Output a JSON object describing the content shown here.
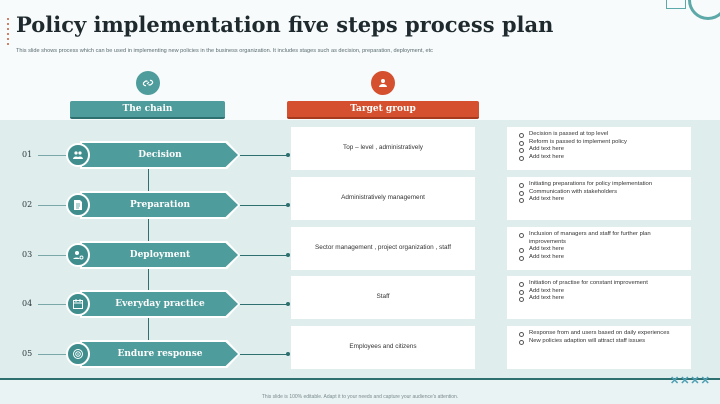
{
  "title": "Policy implementation five steps process plan",
  "subtitle": "This slide shows process which can be used in implementing new policies in the business organization. It includes stages such as decision, preparation, deployment, etc",
  "headers": {
    "chain": "The chain",
    "target": "Target group"
  },
  "steps": [
    {
      "num": "01",
      "label": "Decision",
      "icon": "people-icon",
      "target": "Top – level , administratively",
      "details": [
        "Decision is passed at top level",
        "Reform is passed to implement policy",
        "Add text  here",
        "Add text here"
      ]
    },
    {
      "num": "02",
      "label": "Preparation",
      "icon": "document-icon",
      "target": "Administratively  management",
      "details": [
        "Initiating preparations for policy implementation",
        "Communication with stakeholders",
        "Add text here"
      ]
    },
    {
      "num": "03",
      "label": "Deployment",
      "icon": "user-gear-icon",
      "target": "Sector management  , project organization  , staff",
      "details": [
        "Inclusion of managers and staff for further  plan improvements",
        "Add text here",
        "Add text here"
      ]
    },
    {
      "num": "04",
      "label": "Everyday practice",
      "icon": "calendar-icon",
      "target": "Staff",
      "details": [
        "Initiation of practise for constant improvement",
        "Add text here",
        "Add text here"
      ]
    },
    {
      "num": "05",
      "label": "Endure response",
      "icon": "target-icon",
      "target": "Employees and citizens",
      "details": [
        "Response from and users based on daily experiences",
        "New policies adaption will attract staff issues"
      ]
    }
  ],
  "footer": "This slide is 100% editable. Adapt it to your needs and capture your audience's attention."
}
